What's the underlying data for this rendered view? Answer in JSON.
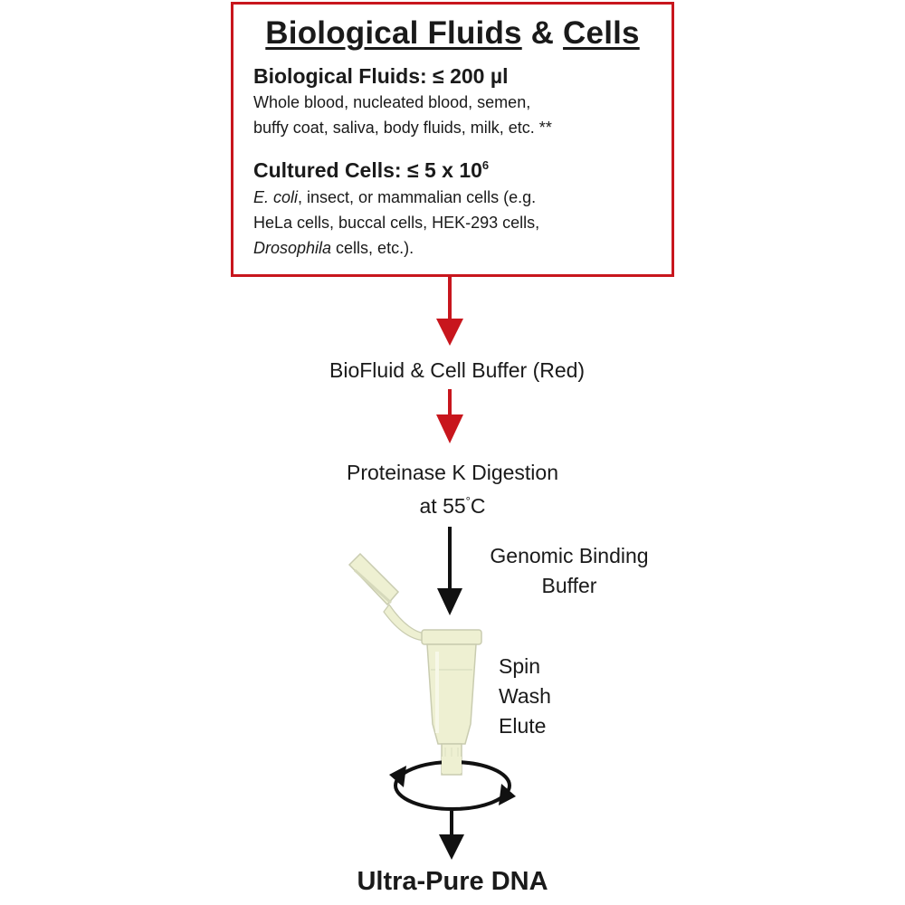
{
  "box": {
    "title_part1": "Biological Fluids",
    "title_amp": " & ",
    "title_part2": "Cells",
    "fluids": {
      "heading": "Biological Fluids: ≤ 200 µl",
      "line1": "Whole blood, nucleated blood, semen,",
      "line2": "buffy coat, saliva, body fluids, milk, etc. **"
    },
    "cells": {
      "heading": "Cultured Cells: ≤ 5 x 10",
      "heading_exp": "6",
      "line1_italic": "E. coli",
      "line1_rest": ", insect, or mammalian cells (e.g.",
      "line2": "HeLa cells, buccal cells, HEK-293 cells,",
      "line3_italic": "Drosophila",
      "line3_rest": " cells, etc.)."
    }
  },
  "steps": {
    "buffer": "BioFluid & Cell Buffer  (Red)",
    "digestion_line1": "Proteinase K Digestion",
    "digestion_line2_a": "at 55",
    "digestion_line2_deg": "°",
    "digestion_line2_b": "C",
    "binding_line1": "Genomic Binding",
    "binding_line2": "Buffer",
    "spin": "Spin",
    "wash": "Wash",
    "elute": "Elute",
    "final": "Ultra-Pure DNA"
  },
  "colors": {
    "box_border": "#c8161d",
    "red_arrow": "#c8161d",
    "black_arrow": "#111111",
    "tube": "#eef0d2"
  }
}
